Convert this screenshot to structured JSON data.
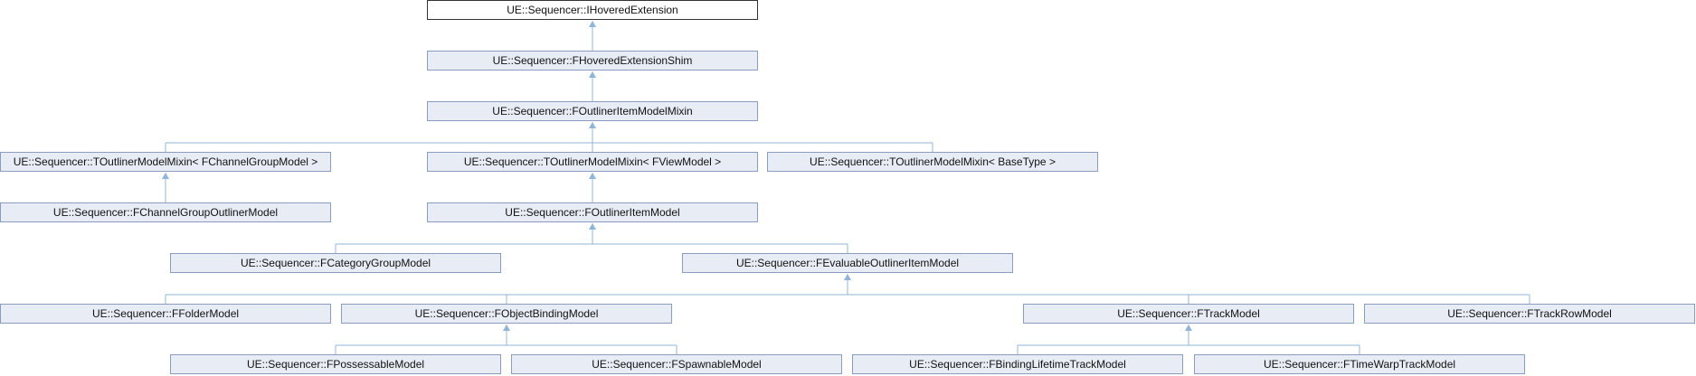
{
  "nodes": [
    {
      "id": "n1",
      "label": "UE::Sequencer::IHoveredExtension",
      "root": true
    },
    {
      "id": "n2",
      "label": "UE::Sequencer::FHoveredExtensionShim"
    },
    {
      "id": "n3",
      "label": "UE::Sequencer::FOutlinerItemModelMixin"
    },
    {
      "id": "n4",
      "label": "UE::Sequencer::TOutlinerModelMixin< FChannelGroupModel >"
    },
    {
      "id": "n5",
      "label": "UE::Sequencer::TOutlinerModelMixin< FViewModel >"
    },
    {
      "id": "n6",
      "label": "UE::Sequencer::TOutlinerModelMixin< BaseType >"
    },
    {
      "id": "n7",
      "label": "UE::Sequencer::FChannelGroupOutlinerModel"
    },
    {
      "id": "n8",
      "label": "UE::Sequencer::FOutlinerItemModel"
    },
    {
      "id": "n9",
      "label": "UE::Sequencer::FCategoryGroupModel"
    },
    {
      "id": "n10",
      "label": "UE::Sequencer::FEvaluableOutlinerItemModel"
    },
    {
      "id": "n11",
      "label": "UE::Sequencer::FFolderModel"
    },
    {
      "id": "n12",
      "label": "UE::Sequencer::FObjectBindingModel"
    },
    {
      "id": "n13",
      "label": "UE::Sequencer::FTrackModel"
    },
    {
      "id": "n14",
      "label": "UE::Sequencer::FTrackRowModel"
    },
    {
      "id": "n15",
      "label": "UE::Sequencer::FPossessableModel"
    },
    {
      "id": "n16",
      "label": "UE::Sequencer::FSpawnableModel"
    },
    {
      "id": "n17",
      "label": "UE::Sequencer::FBindingLifetimeTrackModel"
    },
    {
      "id": "n18",
      "label": "UE::Sequencer::FTimeWarpTrackModel"
    }
  ],
  "edges": [
    [
      "n1",
      "n2"
    ],
    [
      "n2",
      "n3"
    ],
    [
      "n3",
      "n4"
    ],
    [
      "n3",
      "n5"
    ],
    [
      "n3",
      "n6"
    ],
    [
      "n4",
      "n7"
    ],
    [
      "n5",
      "n8"
    ],
    [
      "n8",
      "n9"
    ],
    [
      "n8",
      "n10"
    ],
    [
      "n10",
      "n11"
    ],
    [
      "n10",
      "n12"
    ],
    [
      "n10",
      "n13"
    ],
    [
      "n10",
      "n14"
    ],
    [
      "n12",
      "n15"
    ],
    [
      "n12",
      "n16"
    ],
    [
      "n13",
      "n17"
    ],
    [
      "n13",
      "n18"
    ]
  ],
  "colors": {
    "node_fill": "#e8edf5",
    "node_border": "#8a9cc0",
    "edge": "#8fb4dd",
    "root_border": "#333333"
  }
}
